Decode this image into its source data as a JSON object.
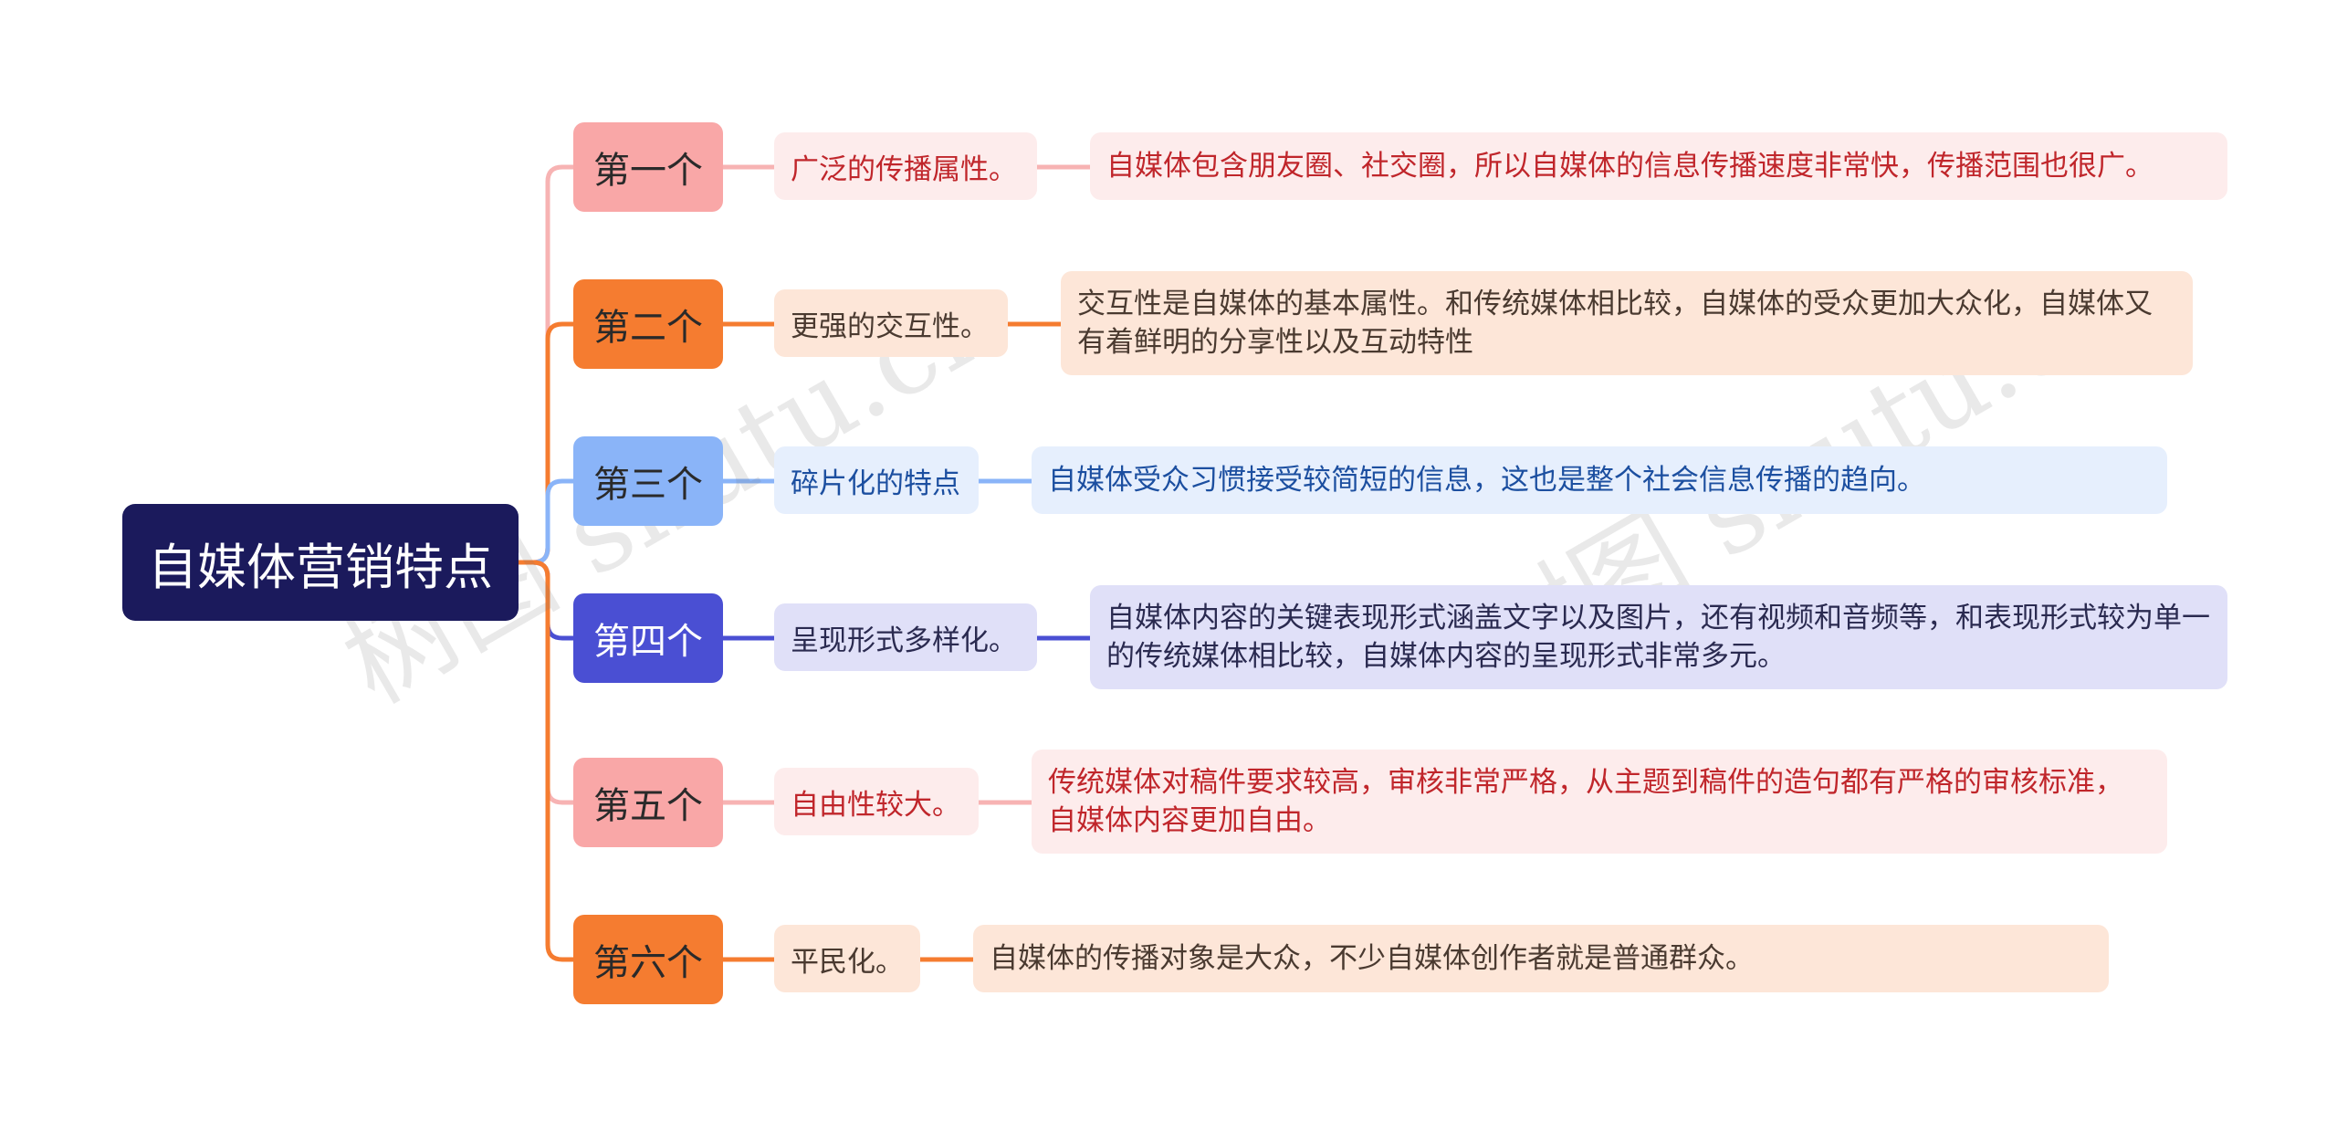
{
  "root": {
    "label": "自媒体营销特点",
    "color": "#1b1a5c"
  },
  "watermark": "树图 shutu.cn",
  "branches": [
    {
      "label": "第一个",
      "detail": "广泛的传播属性。",
      "desc": "自媒体包含朋友圈、社交圈，所以自媒体的信息传播速度非常快，传播范围也很广。",
      "colors": {
        "box": "#f9a7a7",
        "wire": "#f7b3b3",
        "light": "#fdecec",
        "text": "#c0262b",
        "label": "#2a2a2a"
      }
    },
    {
      "label": "第二个",
      "detail": "更强的交互性。",
      "desc": "交互性是自媒体的基本属性。和传统媒体相比较，自媒体的受众更加大众化，自媒体又有着鲜明的分享性以及互动特性",
      "colors": {
        "box": "#f57c30",
        "wire": "#f57c30",
        "light": "#fde6d8",
        "text": "#4a3a30",
        "label": "#2a2a2a"
      }
    },
    {
      "label": "第三个",
      "detail": "碎片化的特点",
      "desc": "自媒体受众习惯接受较简短的信息，这也是整个社会信息传播的趋向。",
      "colors": {
        "box": "#8ab4f8",
        "wire": "#8ab4f8",
        "light": "#e6effd",
        "text": "#1c4fa0",
        "label": "#2a2a2a"
      }
    },
    {
      "label": "第四个",
      "detail": "呈现形式多样化。",
      "desc": "自媒体内容的关键表现形式涵盖文字以及图片，还有视频和音频等，和表现形式较为单一的传统媒体相比较，自媒体内容的呈现形式非常多元。",
      "colors": {
        "box": "#4a4fd3",
        "wire": "#4a4fd3",
        "light": "#e0e0f8",
        "text": "#2a2a50",
        "label": "#ffffff"
      }
    },
    {
      "label": "第五个",
      "detail": "自由性较大。",
      "desc": "传统媒体对稿件要求较高，审核非常严格，从主题到稿件的造句都有严格的审核标准，自媒体内容更加自由。",
      "colors": {
        "box": "#f9a7a7",
        "wire": "#f7b3b3",
        "light": "#fdecec",
        "text": "#c0262b",
        "label": "#2a2a2a"
      }
    },
    {
      "label": "第六个",
      "detail": "平民化。",
      "desc": "自媒体的传播对象是大众，不少自媒体创作者就是普通群众。",
      "colors": {
        "box": "#f57c30",
        "wire": "#f57c30",
        "light": "#fde6d8",
        "text": "#4a3a30",
        "label": "#2a2a2a"
      }
    }
  ]
}
